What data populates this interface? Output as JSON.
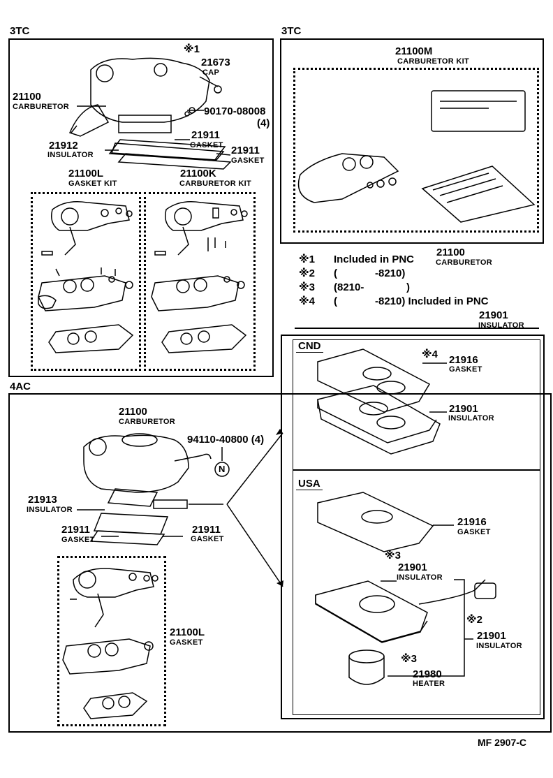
{
  "sections": {
    "tl": "3TC",
    "tr": "3TC",
    "bl": "4AC",
    "cnd": "CND",
    "usa": "USA"
  },
  "callouts": {
    "c21673": {
      "num": "21673",
      "name": "CAP"
    },
    "c21100_tl": {
      "num": "21100",
      "name": "CARBURETOR"
    },
    "c90170": {
      "num": "90170-08008",
      "qty": "(4)"
    },
    "c21911_a": {
      "num": "21911",
      "name": "GASKET"
    },
    "c21912": {
      "num": "21912",
      "name": "INSULATOR"
    },
    "c21911_b": {
      "num": "21911",
      "name": "GASKET"
    },
    "c21100L_tl": {
      "num": "21100L",
      "name": "GASKET KIT"
    },
    "c21100K": {
      "num": "21100K",
      "name": "CARBURETOR KIT"
    },
    "c21100M": {
      "num": "21100M",
      "name": "CARBURETOR KIT"
    },
    "c21100_bl": {
      "num": "21100",
      "name": "CARBURETOR"
    },
    "c94110": {
      "num": "94110-40800 (4)"
    },
    "c21913": {
      "num": "21913",
      "name": "INSULATOR"
    },
    "c21911_c": {
      "num": "21911",
      "name": "GASKET"
    },
    "c21911_d": {
      "num": "21911",
      "name": "GASKET"
    },
    "c21100L_bl": {
      "num": "21100L",
      "name": "GASKET"
    },
    "c21901_top": {
      "num": "21901",
      "name": "INSULATOR"
    },
    "c21916_cnd": {
      "num": "21916",
      "name": "GASKET"
    },
    "c21901_cnd": {
      "num": "21901",
      "name": "INSULATOR"
    },
    "c21916_usa": {
      "num": "21916",
      "name": "GASKET"
    },
    "c21901_usa1": {
      "num": "21901",
      "name": "INSULATOR"
    },
    "c21901_usa2": {
      "num": "21901",
      "name": "INSULATOR"
    },
    "c21980": {
      "num": "21980",
      "name": "HEATER"
    }
  },
  "marks": {
    "m1": "※1",
    "m4": "※4",
    "m3a": "※3",
    "m2": "※2",
    "m3b": "※3",
    "circle_n": "N"
  },
  "notes": {
    "n1": {
      "mark": "※1",
      "text": "Included in PNC",
      "pnc": "21100",
      "pnc_name": "CARBURETOR"
    },
    "n2": {
      "mark": "※2",
      "open": "(",
      "text": "-8210)"
    },
    "n3": {
      "mark": "※3",
      "text": "(8210-",
      "close": ")"
    },
    "n4": {
      "mark": "※4",
      "open": "(",
      "text": "-8210) Included in PNC"
    }
  },
  "footer": "MF  2907-C"
}
